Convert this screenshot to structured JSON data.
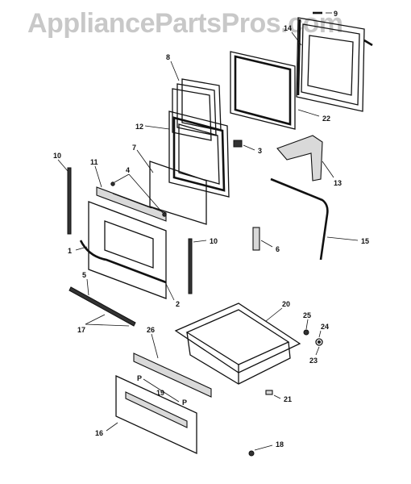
{
  "watermark": "AppliancePartsPros.com",
  "callouts": {
    "c1": "1",
    "c2": "2",
    "c3": "3",
    "c4": "4",
    "c5": "5",
    "c6": "6",
    "c7": "7",
    "c8": "8",
    "c9": "9",
    "c10a": "10",
    "c10b": "10",
    "c11": "11",
    "c12": "12",
    "c13": "13",
    "c14": "14",
    "c15": "15",
    "c16": "16",
    "c17": "17",
    "c18": "18",
    "c19": "19",
    "c20": "20",
    "c21": "21",
    "c22": "22",
    "c23": "23",
    "c24": "24",
    "c25": "25",
    "c26": "26",
    "p1": "P",
    "p2": "P"
  },
  "colors": {
    "line": "#111111",
    "shade": "#d9d9d9",
    "watermark": "#c8c8c8",
    "background": "#ffffff"
  }
}
